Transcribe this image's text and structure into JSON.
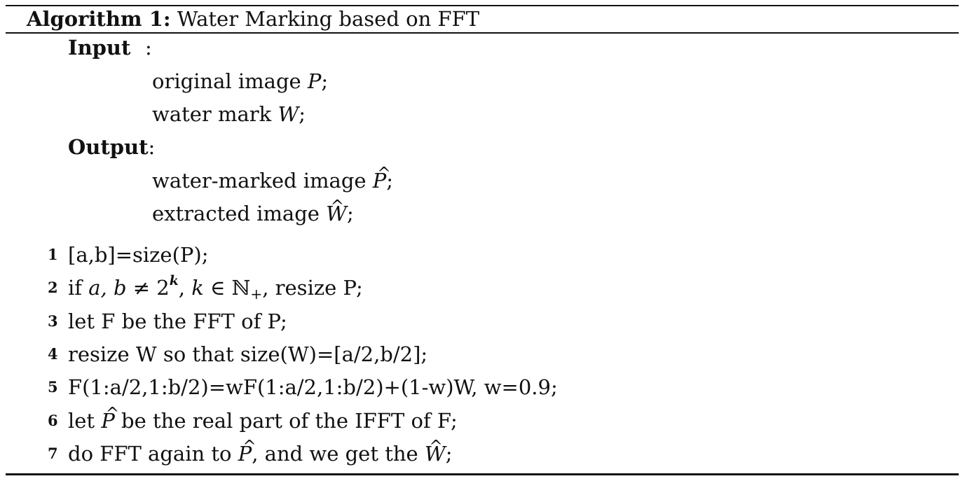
{
  "algorithm": {
    "label": "Algorithm 1:",
    "title": "Water Marking based on FFT"
  },
  "input": {
    "label": "Input",
    "colon": ":",
    "items": [
      {
        "text": "original image ",
        "var": "P",
        "end": ";"
      },
      {
        "text": "water mark ",
        "var": "W",
        "end": ";"
      }
    ]
  },
  "output": {
    "label": "Output",
    "colon": ":",
    "items": [
      {
        "text": "water-marked image ",
        "var": "P",
        "end": ";"
      },
      {
        "text": "extracted image ",
        "var": "W",
        "end": ";"
      }
    ]
  },
  "steps": [
    {
      "num": "1",
      "text": "[a,b]=size(P);"
    },
    {
      "num": "2",
      "pre": "if ",
      "math1": "a, b",
      "neq": " ≠ 2",
      "exp": "k",
      "comma": ", ",
      "math2": "k",
      "in": " ∈ ℕ",
      "sub": "+",
      "post": ", resize P;"
    },
    {
      "num": "3",
      "text": "let F be the FFT of P;"
    },
    {
      "num": "4",
      "text": "resize W so that size(W)=[a/2,b/2];"
    },
    {
      "num": "5",
      "text": "F(1:a/2,1:b/2)=wF(1:a/2,1:b/2)+(1-w)W, w=0.9;"
    },
    {
      "num": "6",
      "pre": "let ",
      "var": "P",
      "post": " be the real part of the IFFT of F;"
    },
    {
      "num": "7",
      "pre": "do FFT again to ",
      "var": "P",
      "mid": ", and we get the ",
      "var2": "W",
      "post": ";"
    }
  ]
}
